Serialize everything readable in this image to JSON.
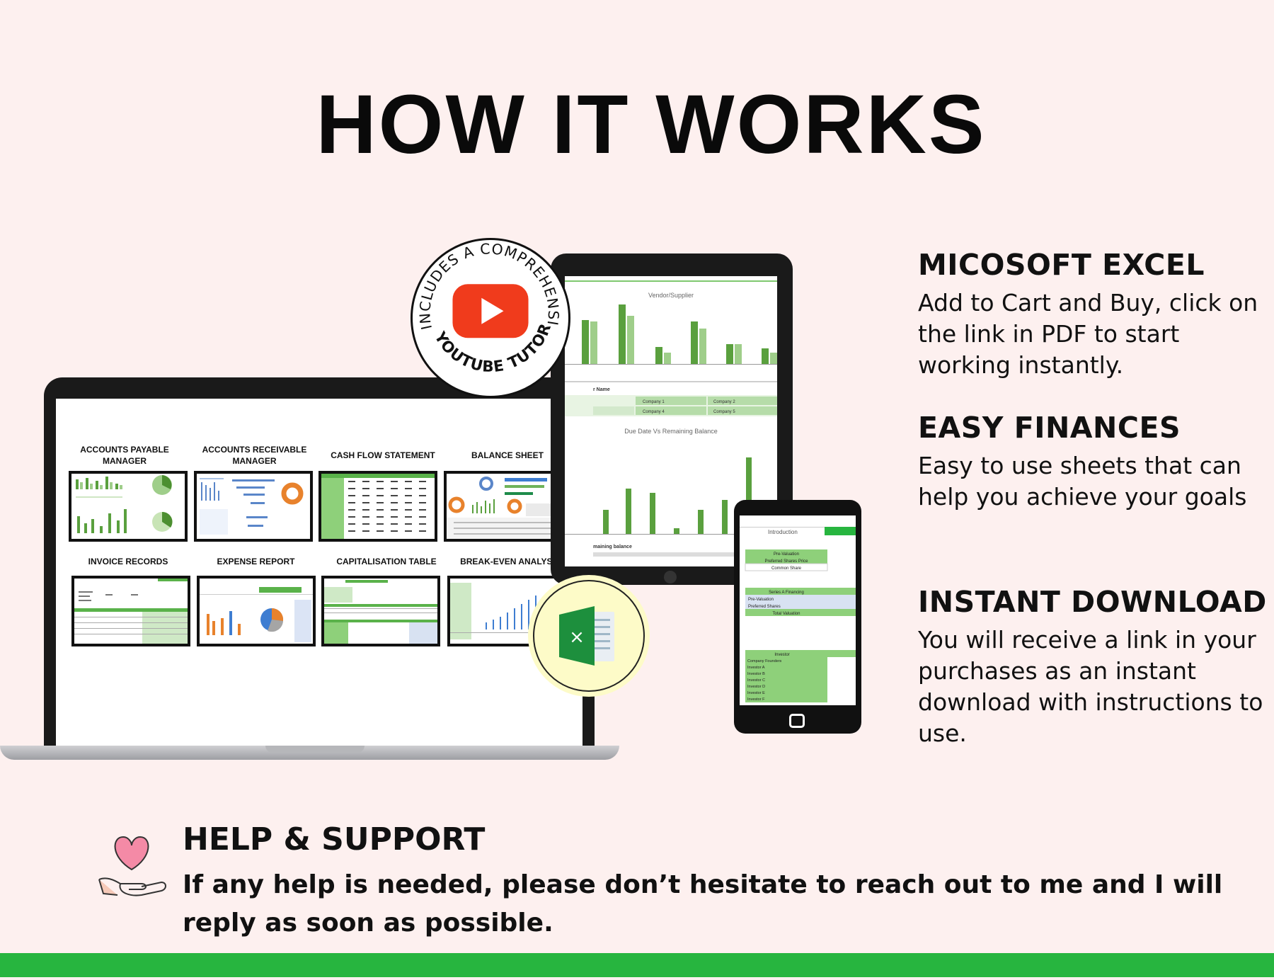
{
  "title": "HOW IT WORKS",
  "features": [
    {
      "heading": "MICOSOFT EXCEL",
      "text": "Add to Cart and Buy, click on the link in PDF to start working instantly."
    },
    {
      "heading": "EASY FINANCES",
      "text": "Easy to use sheets that can help you achieve your goals"
    },
    {
      "heading": "INSTANT DOWNLOAD",
      "text": "You will receive a link in your purchases as an instant download with instructions to use."
    }
  ],
  "help": {
    "heading": "HELP & SUPPORT",
    "text": "If any help is needed, please don’t hesitate to reach out to me and I will reply as soon as possible."
  },
  "badge": {
    "ring_text": "INCLUDES A COMPREHENSIVE",
    "ring_text_bottom": "YOUTUBE TUTORIAL",
    "icon": "youtube-play-icon"
  },
  "excel_icon": "excel-icon",
  "laptop_thumbs": [
    {
      "label": "ACCOUNTS PAYABLE MANAGER"
    },
    {
      "label": "ACCOUNTS RECEIVABLE MANAGER"
    },
    {
      "label": "CASH FLOW STATEMENT"
    },
    {
      "label": "BALANCE SHEET"
    },
    {
      "label": "INVOICE RECORDS"
    },
    {
      "label": "EXPENSE REPORT"
    },
    {
      "label": "CAPITALISATION TABLE"
    },
    {
      "label": "BREAK-EVEN ANALYSIS"
    }
  ],
  "tablet": {
    "chart1_title": "Vendor/Supplier",
    "chart2_title": "Due Date Vs Remaining Balance",
    "name_label": "r Name",
    "companies": [
      "Company 1",
      "Company 2",
      "Company 4",
      "Company 5"
    ],
    "remaining_label": "maining balance"
  },
  "phone": {
    "intro_label": "Introduction",
    "rows1": [
      "Pre-Valuation",
      "Preferred Shares Price",
      "Common Share"
    ],
    "rows2": [
      "Series A Financing",
      "Pre-Valuation",
      "Preferred Shares",
      "Total Valuation"
    ],
    "investor_header": "Investor",
    "investors": [
      "Company Founders",
      "Investor A",
      "Investor B",
      "Investor C",
      "Investor D",
      "Investor E",
      "Investor F"
    ]
  },
  "colors": {
    "background": "#fdf0ef",
    "accent_green": "#27b53f",
    "youtube_red": "#f03b1c",
    "excel_green": "#1d8f3d"
  }
}
